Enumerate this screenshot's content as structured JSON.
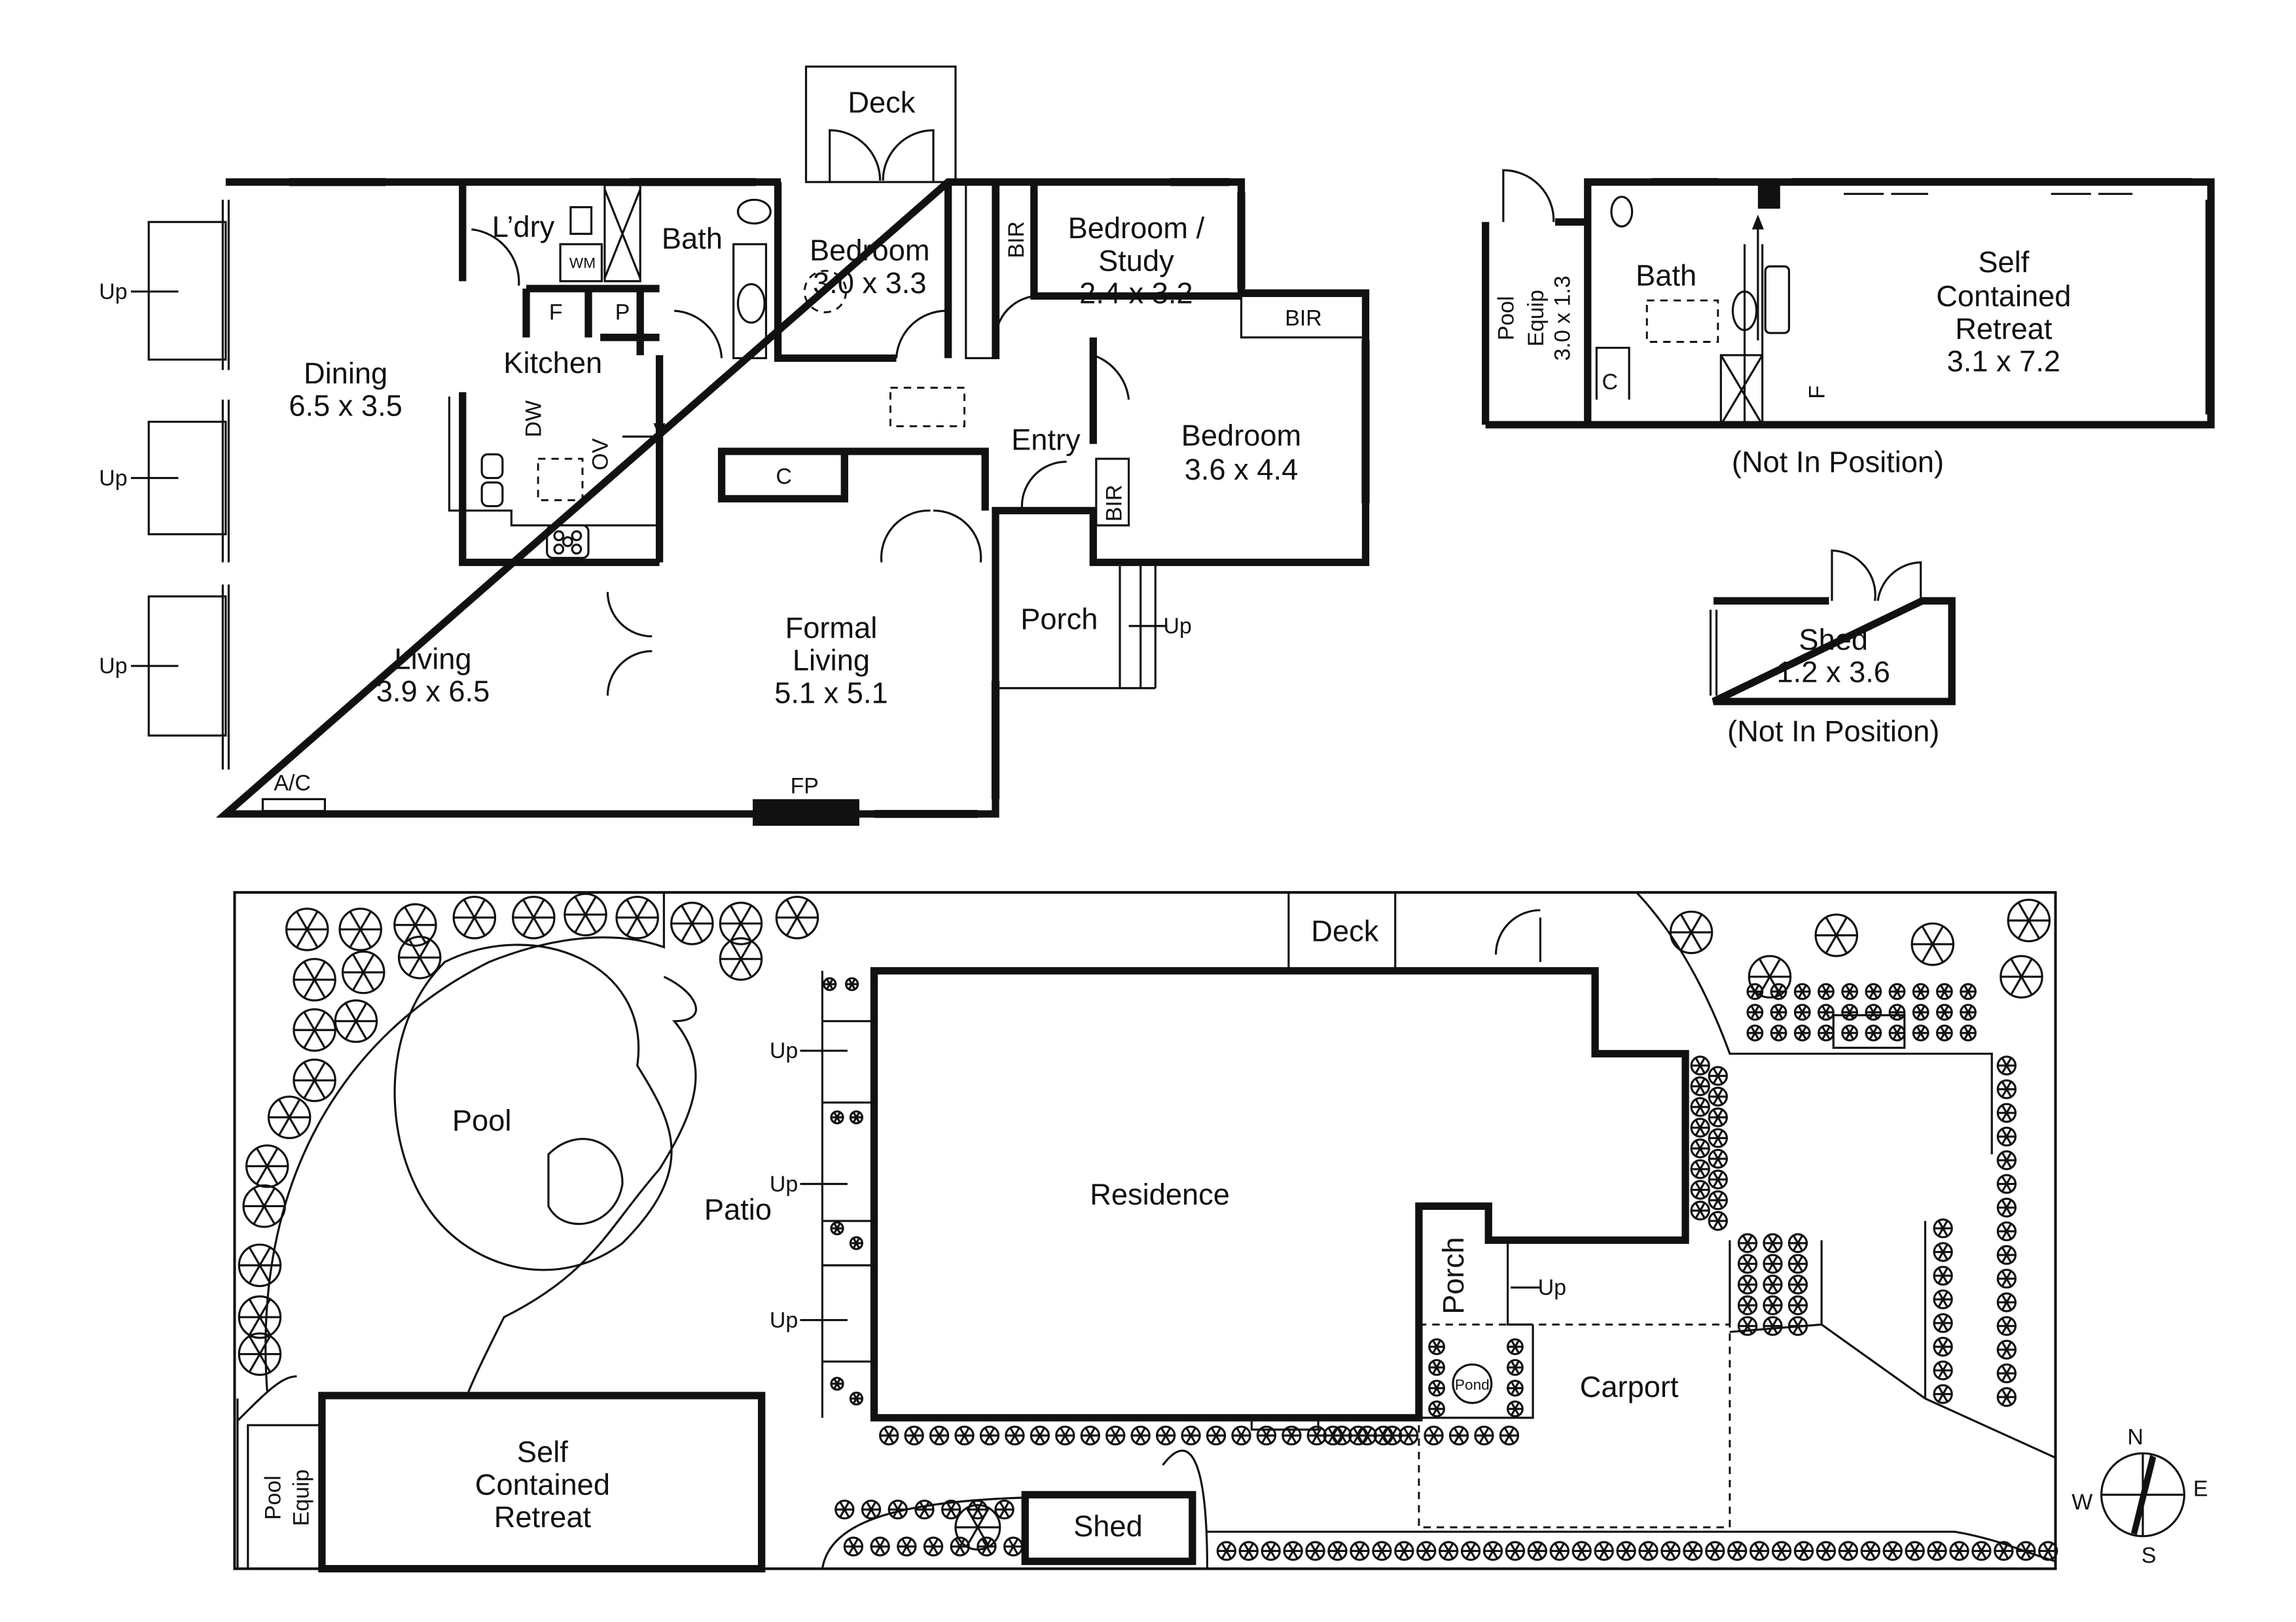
{
  "main_house": {
    "deck": "Deck",
    "laundry": "L’dry",
    "washing_machine": "WM",
    "fridge": "F",
    "pantry": "P",
    "bath": "Bath",
    "bedroom1": {
      "name": "Bedroom",
      "size": "3.0 x 3.3"
    },
    "bir1": "BIR",
    "bedroom_study": {
      "name1": "Bedroom /",
      "name2": "Study",
      "size": "2.4 x 3.2"
    },
    "bir2": "BIR",
    "kitchen": "Kitchen",
    "dishwasher": "DW",
    "oven": "OV",
    "dining": {
      "name": "Dining",
      "size": "6.5 x 3.5"
    },
    "cupboard": "C",
    "entry": "Entry",
    "bedroom2": {
      "name": "Bedroom",
      "size": "3.6 x 4.4"
    },
    "bir3": "BIR",
    "porch": "Porch",
    "porch_up": "Up",
    "formal_living": {
      "name1": "Formal",
      "name2": "Living",
      "size": "5.1 x 5.1"
    },
    "living": {
      "name": "Living",
      "size": "3.9 x 6.5"
    },
    "ac": "A/C",
    "fireplace": "FP",
    "up_labels": [
      "Up",
      "Up",
      "Up"
    ]
  },
  "retreat_plan": {
    "pool_equip": {
      "name1": "Pool",
      "name2": "Equip",
      "size": "3.0 x 1.3"
    },
    "bath": "Bath",
    "cupboard": "C",
    "fridge": "F",
    "retreat": {
      "name1": "Self",
      "name2": "Contained",
      "name3": "Retreat",
      "size": "3.1 x 7.2"
    },
    "note": "(Not In Position)"
  },
  "shed_plan": {
    "name": "Shed",
    "size": "1.2 x 3.6",
    "note": "(Not In Position)"
  },
  "site_plan": {
    "deck": "Deck",
    "pool": "Pool",
    "patio": "Patio",
    "residence": "Residence",
    "porch": "Porch",
    "porch_up": "Up",
    "pond": "Pond",
    "carport": "Carport",
    "retreat": {
      "name1": "Self",
      "name2": "Contained",
      "name3": "Retreat"
    },
    "pool_equip": {
      "name1": "Pool",
      "name2": "Equip"
    },
    "shed": "Shed",
    "up_labels": [
      "Up",
      "Up",
      "Up"
    ]
  },
  "compass": {
    "n": "N",
    "e": "E",
    "s": "S",
    "w": "W"
  }
}
